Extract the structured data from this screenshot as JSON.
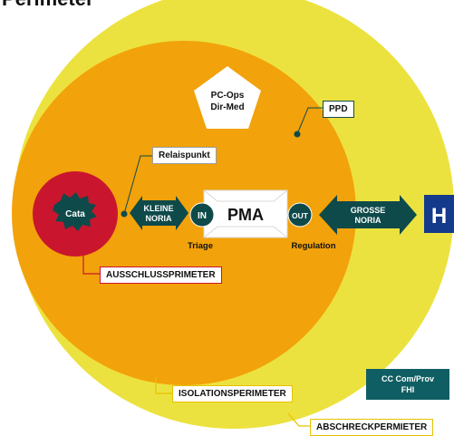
{
  "title": "Perimeter",
  "zones": {
    "abschreck": "ABSCHRECKPERMIETER",
    "isolation": "ISOLATIONSPERIMETER",
    "ausschluss": "AUSSCHLUSSPRIMETER",
    "ppd": "PPD",
    "relais": "Relaispunkt"
  },
  "nodes": {
    "pc_line1": "PC-Ops",
    "pc_line2": "Dir-Med",
    "cata": "Cata",
    "kleine_line1": "KLEINE",
    "kleine_line2": "NORIA",
    "in": "IN",
    "pma": "PMA",
    "out": "OUT",
    "grosse_line1": "GROSSE",
    "grosse_line2": "NORIA",
    "hospital": "H",
    "triage": "Triage",
    "regulation": "Regulation",
    "cc_line1": "CC Com/Prov",
    "cc_line2": "FHI"
  },
  "colors": {
    "outer_yellow": "#ece23f",
    "inner_orange": "#f2a20a",
    "cata_red": "#c9162e",
    "dark_teal": "#0f4a4a",
    "hospital_blue": "#143a8c",
    "teal_box": "#0f5e63",
    "accent_red": "#c9162e",
    "yellow_accent": "#e6c200"
  }
}
